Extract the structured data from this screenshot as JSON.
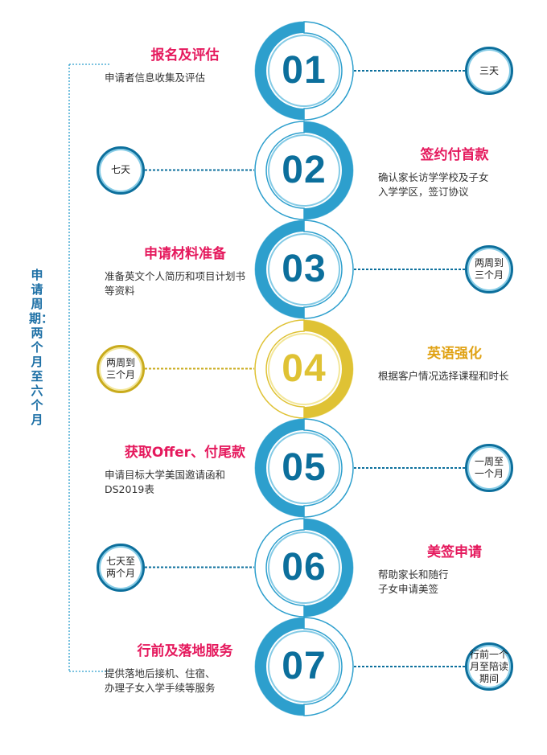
{
  "period_label": "申请周期：两个月至六个月",
  "colors": {
    "accent_pink": "#e5195d",
    "blue_dark": "#0c6f9c",
    "blue_mid": "#2d9fcd",
    "blue_light": "#84cbe6",
    "gold": "#dfc234",
    "gold_dark": "#c9ab1c",
    "gold_light": "#f3e79a",
    "title_gold": "#e0a214",
    "period_text": "#1c6fa5"
  },
  "steps": [
    {
      "number": "01",
      "title": "报名及评估",
      "desc": [
        "申请者信息收集及评估"
      ],
      "duration": "三天",
      "side": "left",
      "theme": "blue"
    },
    {
      "number": "02",
      "title": "签约付首款",
      "desc": [
        "确认家长访学学校及子女",
        "入学学区，签订协议"
      ],
      "duration": "七天",
      "side": "right",
      "theme": "blue"
    },
    {
      "number": "03",
      "title": "申请材料准备",
      "desc": [
        "准备英文个人简历和项目计划书",
        "等资料"
      ],
      "duration": "两周到\n三个月",
      "side": "left",
      "theme": "blue"
    },
    {
      "number": "04",
      "title": "英语强化",
      "desc": [
        "根据客户情况选择课程和时长"
      ],
      "duration": "两周到\n三个月",
      "side": "right",
      "theme": "gold"
    },
    {
      "number": "05",
      "title": "获取Offer、付尾款",
      "desc": [
        "申请目标大学美国邀请函和",
        "DS2019表"
      ],
      "duration": "一周至\n一个月",
      "side": "left",
      "theme": "blue"
    },
    {
      "number": "06",
      "title": "美签申请",
      "desc": [
        "帮助家长和随行",
        "子女申请美签"
      ],
      "duration": "七天至\n两个月",
      "side": "right",
      "theme": "blue"
    },
    {
      "number": "07",
      "title": "行前及落地服务",
      "desc": [
        "提供落地后接机、住宿、",
        "办理子女入学手续等服务"
      ],
      "duration": "行前一个\n月至陪读\n期间",
      "side": "left",
      "theme": "blue"
    }
  ]
}
